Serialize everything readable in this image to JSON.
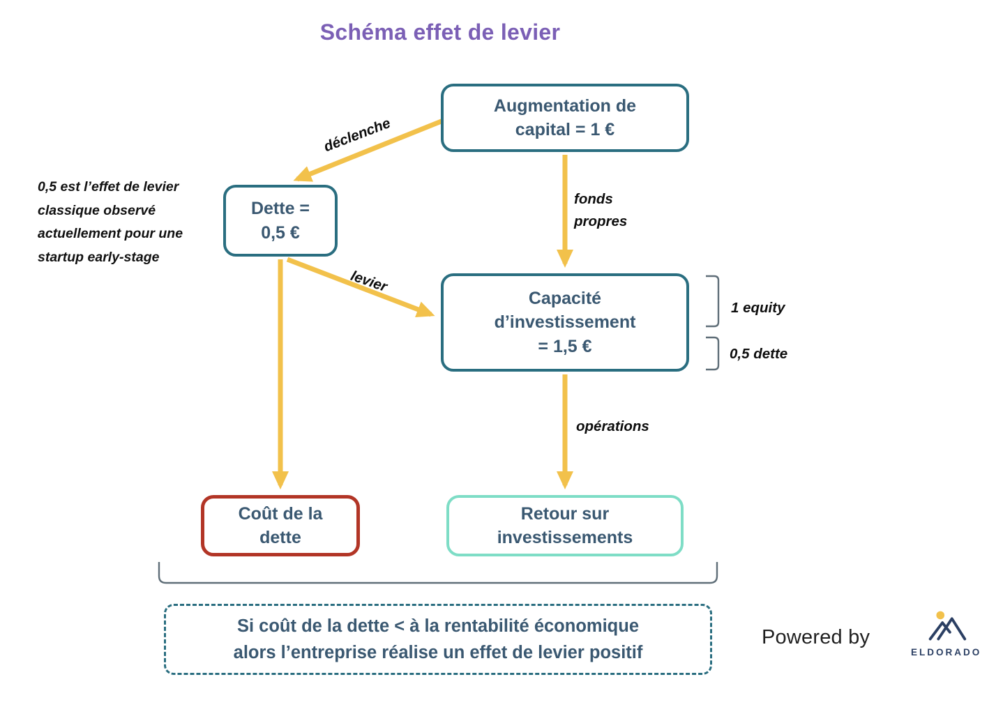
{
  "title": "Schéma effet de levier",
  "annotation_left": "0,5 est l’effet de levier\nclassique observé\nactuellement pour une\nstartup early-stage",
  "nodes": {
    "capital": "Augmentation de\ncapital = 1 €",
    "dette": "Dette =\n0,5 €",
    "capacite": "Capacité\nd’investissement\n= 1,5 €",
    "cout": "Coût de la\ndette",
    "retour": "Retour sur\ninvestissements"
  },
  "edges": {
    "declenche": "déclenche",
    "fonds_propres": "fonds\npropres",
    "levier": "levier",
    "operations": "opérations"
  },
  "brackets": {
    "equity": "1 equity",
    "dette": "0,5 dette"
  },
  "conclusion": "Si coût de la dette < à la rentabilité économique\nalors l’entreprise réalise un effet de levier positif",
  "footer": {
    "powered_by": "Powered by",
    "logo_text": "ELDORADO"
  },
  "colors": {
    "title_purple": "#7b5fb5",
    "teal_border": "#2a6e80",
    "red_border": "#b23526",
    "mint_border": "#7eddc6",
    "arrow_yellow": "#f2c14b",
    "box_text": "#3a5871",
    "logo_navy": "#2b3f63",
    "logo_sun_yellow": "#f2c14b"
  }
}
